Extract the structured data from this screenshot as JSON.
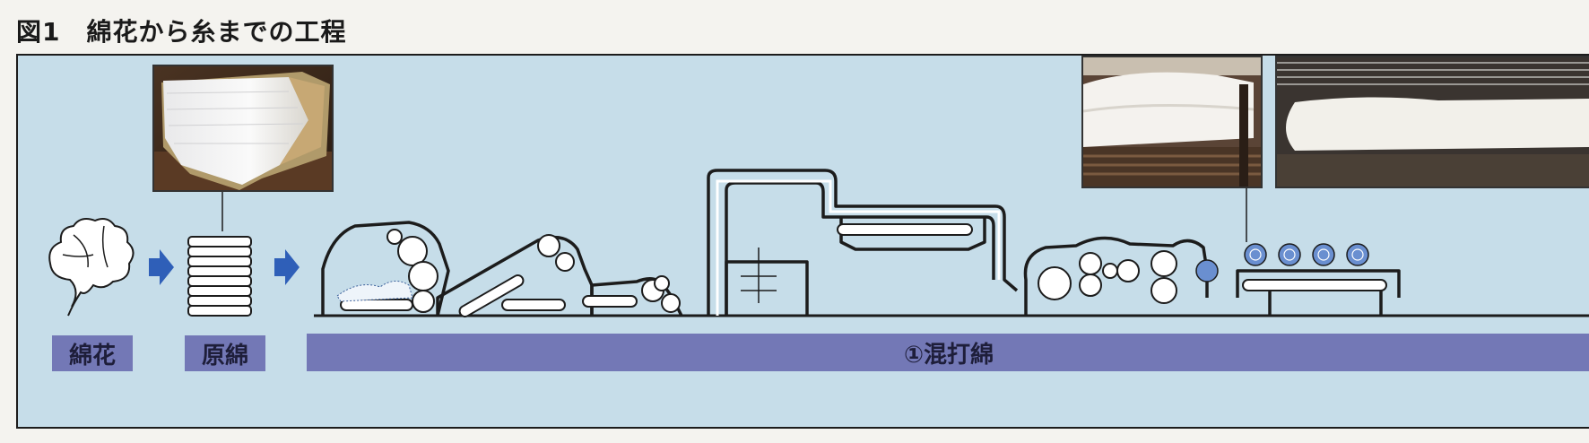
{
  "figure": {
    "title": "図1　綿花から糸までの工程"
  },
  "labels": {
    "cotton": "綿花",
    "raw_cotton": "原綿",
    "process_1": "①混打綿"
  },
  "colors": {
    "panel_bg": "#c6dde9",
    "label_bg": "#7378b6",
    "arrow": "#2f5fb8",
    "machine_line": "#1c1c1c",
    "roller_blue": "#6a8fd0"
  },
  "icons": [
    "cotton-boll-icon",
    "arrow-right-icon",
    "bale-stack-icon"
  ]
}
